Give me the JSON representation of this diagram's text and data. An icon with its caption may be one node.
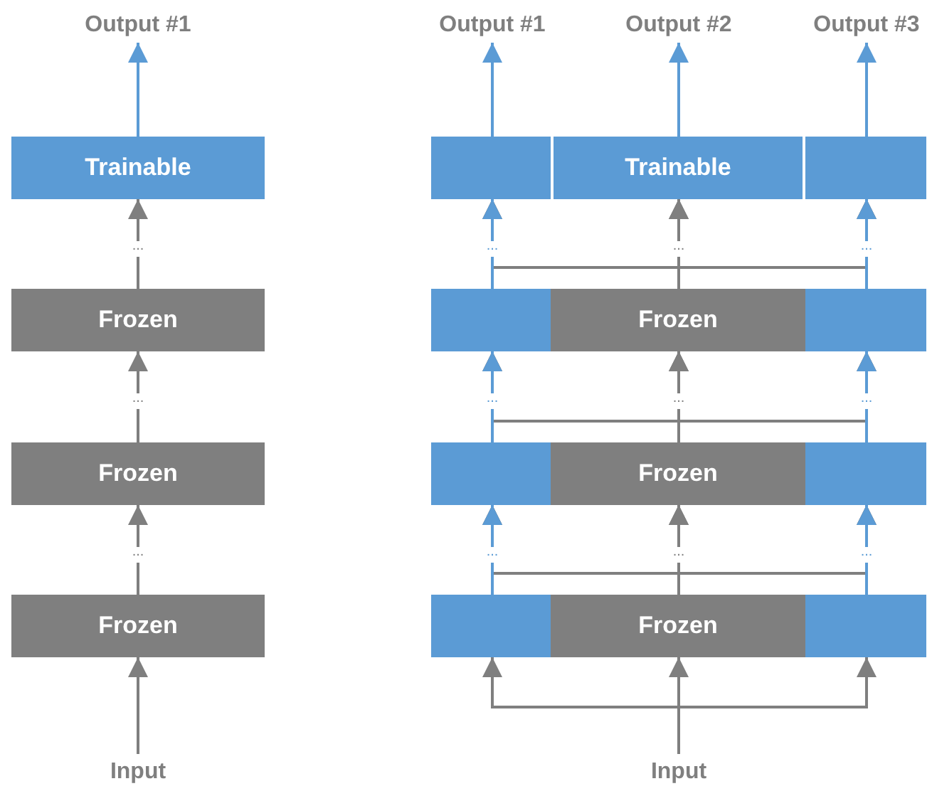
{
  "diagram": {
    "nodes": [
      {
        "text": [
          "Output #1"
        ]
      },
      {
        "text": [
          "Trainable"
        ]
      },
      {
        "text": [
          "Frozen"
        ]
      },
      {
        "text": [
          "Frozen"
        ]
      },
      {
        "text": [
          "Frozen"
        ]
      },
      {
        "text": [
          "Input"
        ]
      },
      {
        "text": [
          "Output #1"
        ]
      },
      {
        "text": [
          "Output #2"
        ]
      },
      {
        "text": [
          "Output #3"
        ]
      },
      {
        "text": [],
        "shape": "box"
      },
      {
        "text": [
          "Trainable"
        ]
      },
      {
        "text": [],
        "shape": "box"
      },
      {
        "text": [],
        "shape": "box"
      },
      {
        "text": [
          "Frozen"
        ]
      },
      {
        "text": [],
        "shape": "box"
      },
      {
        "text": [],
        "shape": "box"
      },
      {
        "text": [
          "Frozen"
        ]
      },
      {
        "text": [],
        "shape": "box"
      },
      {
        "text": [],
        "shape": "box"
      },
      {
        "text": [
          "Frozen"
        ]
      },
      {
        "text": [],
        "shape": "box"
      },
      {
        "text": [
          "Input"
        ]
      }
    ],
    "edges": [
      {
        "from": 1,
        "to": 0,
        "arrow": "to",
        "color": "#5b9bd5"
      },
      {
        "from": 2,
        "to": 1,
        "arrow": "to",
        "label": "..."
      },
      {
        "from": 3,
        "to": 2,
        "arrow": "to",
        "label": "..."
      },
      {
        "from": 4,
        "to": 3,
        "arrow": "to",
        "label": "..."
      },
      {
        "from": 5,
        "to": 4,
        "arrow": "to"
      },
      {
        "from": 9,
        "to": 6,
        "arrow": "to",
        "color": "#5b9bd5"
      },
      {
        "from": 10,
        "to": 7,
        "arrow": "to",
        "color": "#5b9bd5"
      },
      {
        "from": 11,
        "to": 8,
        "arrow": "to",
        "color": "#5b9bd5"
      },
      {
        "from": 12,
        "to": 9,
        "arrow": "to",
        "label": "...",
        "color": "#5b9bd5"
      },
      {
        "from": 13,
        "to": 10,
        "arrow": "to",
        "label": "..."
      },
      {
        "from": 14,
        "to": 11,
        "arrow": "to",
        "label": "...",
        "color": "#5b9bd5"
      },
      {
        "from": 12,
        "to": 10,
        "arrow": "to"
      },
      {
        "from": 12,
        "to": 11,
        "arrow": "to"
      },
      {
        "from": 13,
        "to": 9,
        "arrow": "to"
      },
      {
        "from": 13,
        "to": 11,
        "arrow": "to"
      },
      {
        "from": 14,
        "to": 9,
        "arrow": "to"
      },
      {
        "from": 14,
        "to": 10,
        "arrow": "to"
      },
      {
        "from": 15,
        "to": 12,
        "arrow": "to",
        "label": "...",
        "color": "#5b9bd5"
      },
      {
        "from": 16,
        "to": 13,
        "arrow": "to",
        "label": "..."
      },
      {
        "from": 17,
        "to": 14,
        "arrow": "to",
        "label": "...",
        "color": "#5b9bd5"
      },
      {
        "from": 15,
        "to": 13,
        "arrow": "to"
      },
      {
        "from": 15,
        "to": 14,
        "arrow": "to"
      },
      {
        "from": 16,
        "to": 12,
        "arrow": "to"
      },
      {
        "from": 16,
        "to": 14,
        "arrow": "to"
      },
      {
        "from": 17,
        "to": 12,
        "arrow": "to"
      },
      {
        "from": 17,
        "to": 13,
        "arrow": "to"
      },
      {
        "from": 18,
        "to": 15,
        "arrow": "to",
        "label": "...",
        "color": "#5b9bd5"
      },
      {
        "from": 19,
        "to": 16,
        "arrow": "to",
        "label": "..."
      },
      {
        "from": 20,
        "to": 17,
        "arrow": "to",
        "label": "...",
        "color": "#5b9bd5"
      },
      {
        "from": 18,
        "to": 16,
        "arrow": "to"
      },
      {
        "from": 18,
        "to": 17,
        "arrow": "to"
      },
      {
        "from": 19,
        "to": 15,
        "arrow": "to"
      },
      {
        "from": 19,
        "to": 17,
        "arrow": "to"
      },
      {
        "from": 20,
        "to": 15,
        "arrow": "to"
      },
      {
        "from": 20,
        "to": 16,
        "arrow": "to"
      },
      {
        "from": 21,
        "to": 18,
        "arrow": "to"
      },
      {
        "from": 21,
        "to": 19,
        "arrow": "to"
      },
      {
        "from": 21,
        "to": 20,
        "arrow": "to"
      }
    ]
  }
}
